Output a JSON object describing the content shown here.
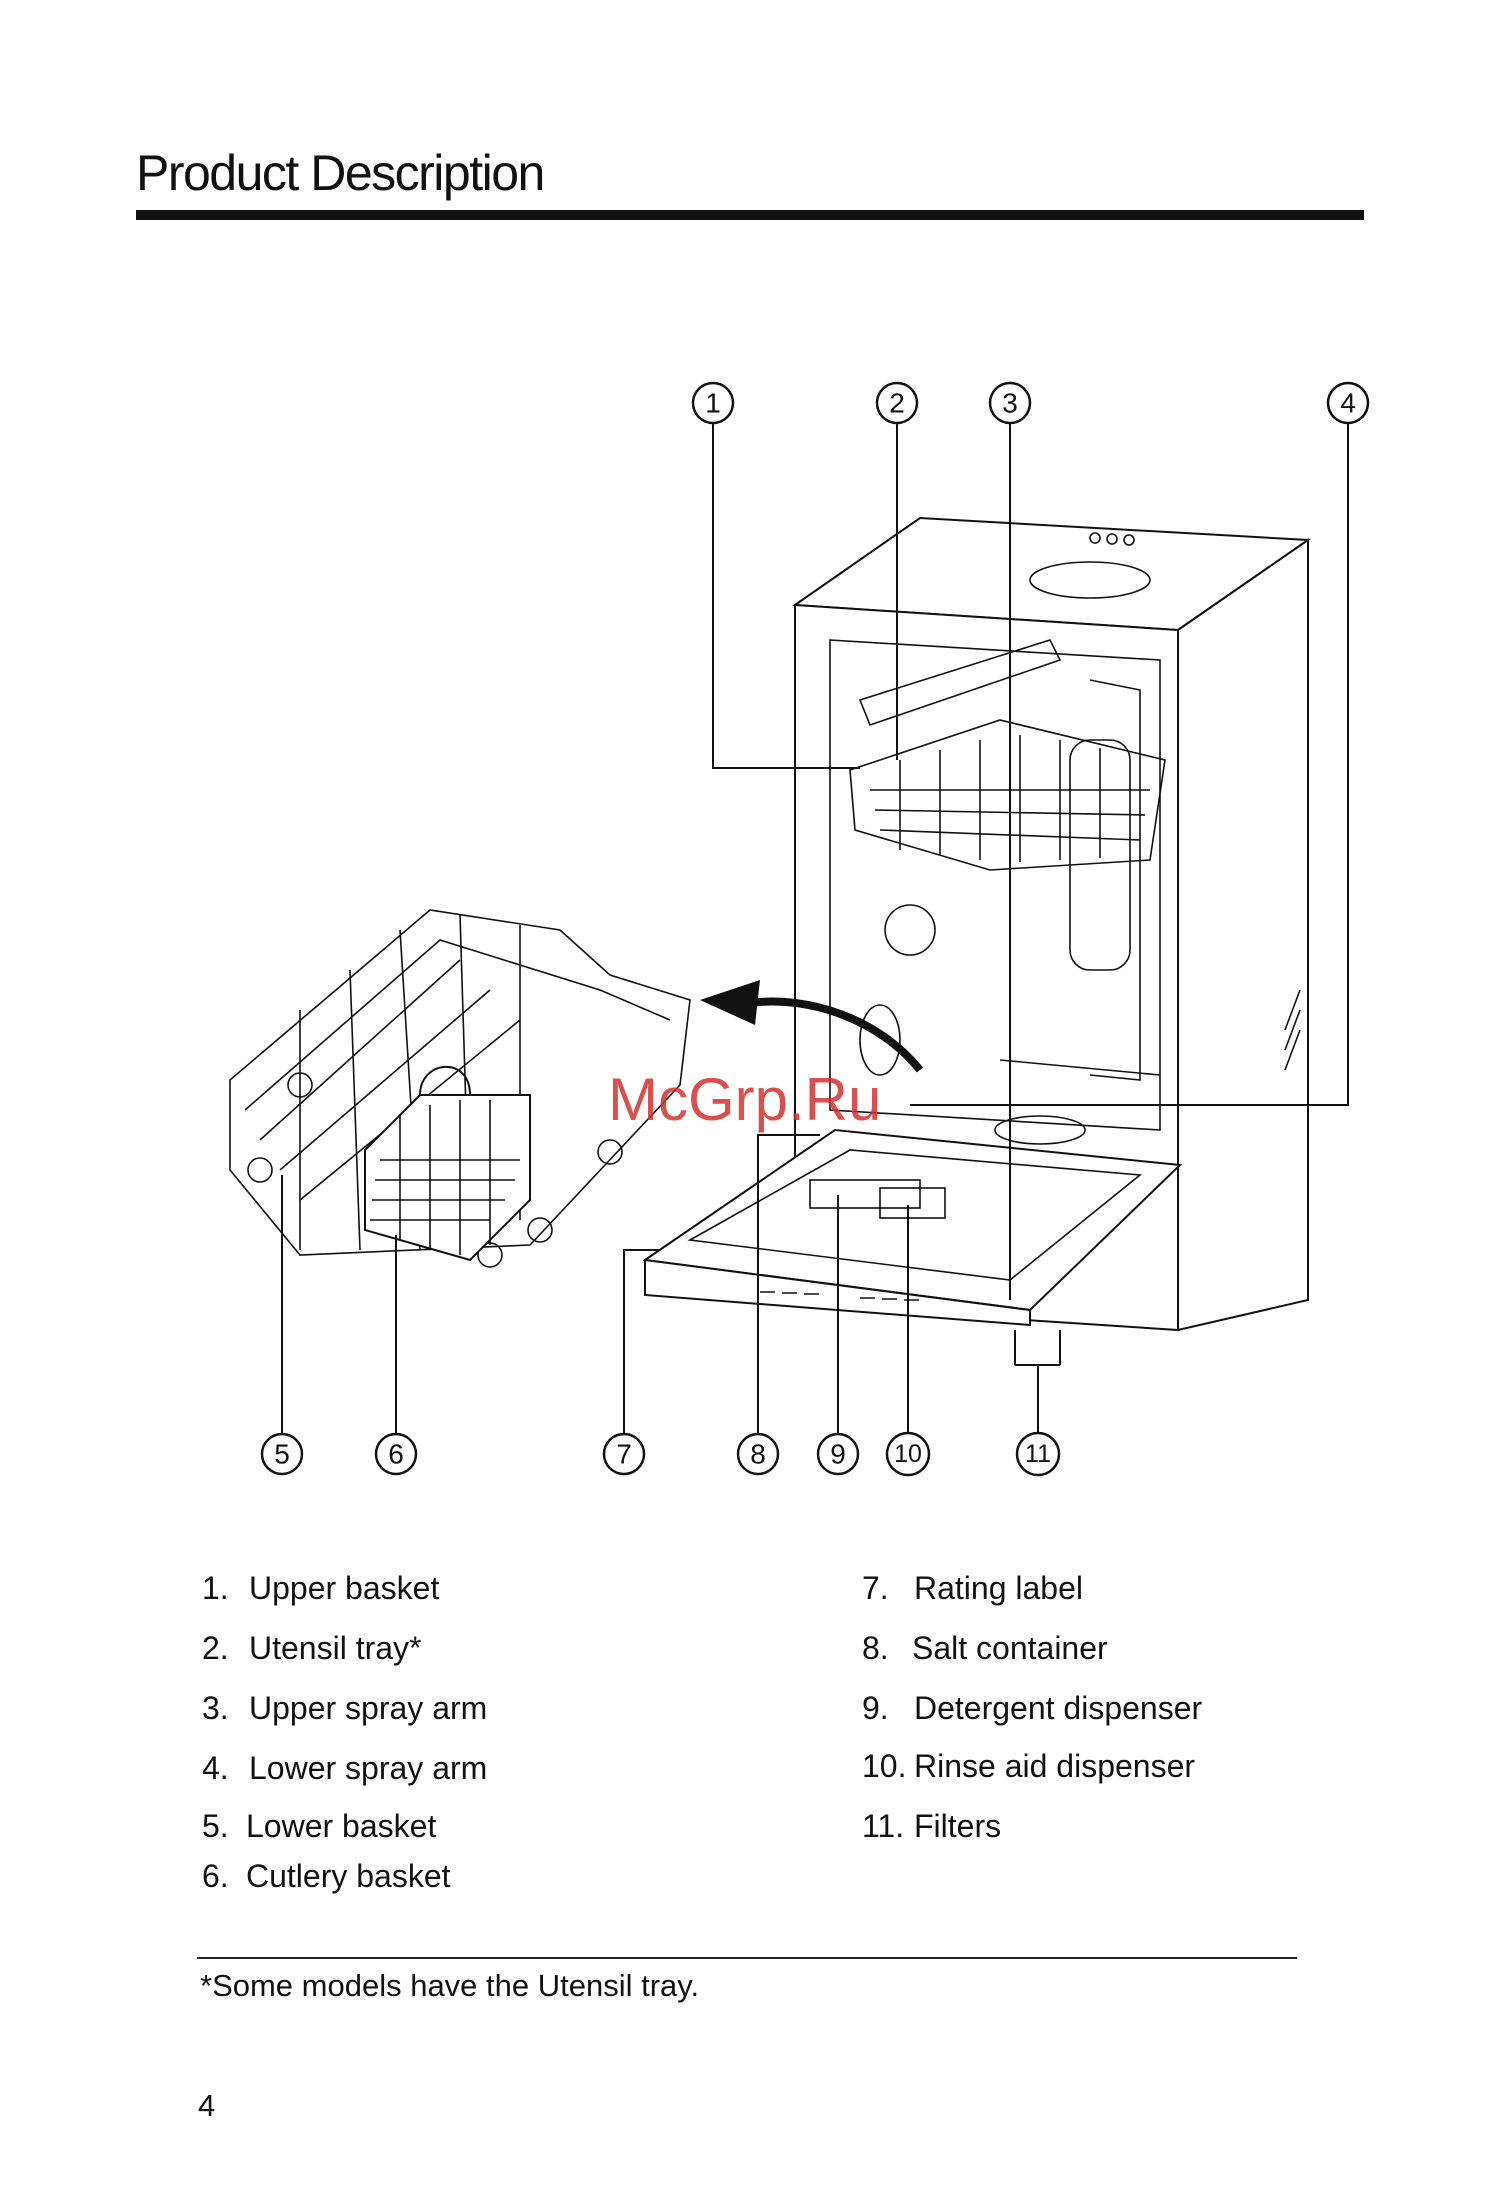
{
  "page": {
    "title": "Product Description",
    "page_number": "4",
    "footnote": "*Some models have the Utensil tray.",
    "watermark": "McGrp.Ru"
  },
  "diagram": {
    "callouts": [
      "1",
      "2",
      "3",
      "4",
      "5",
      "6",
      "7",
      "8",
      "9",
      "10",
      "11"
    ]
  },
  "legend": {
    "left": [
      {
        "num": "1.",
        "label": "Upper basket"
      },
      {
        "num": "2.",
        "label": "Utensil tray*"
      },
      {
        "num": "3.",
        "label": "Upper spray arm"
      },
      {
        "num": "4.",
        "label": "Lower spray arm"
      },
      {
        "num": "5.",
        "label": "Lower basket"
      },
      {
        "num": "6.",
        "label": "Cutlery basket"
      }
    ],
    "right": [
      {
        "num": "7.",
        "label": "Rating label"
      },
      {
        "num": "8.",
        "label": "Salt container"
      },
      {
        "num": "9.",
        "label": "Detergent dispenser"
      },
      {
        "num": "10.",
        "label": "Rinse aid dispenser"
      },
      {
        "num": "11.",
        "label": "Filters"
      }
    ]
  }
}
